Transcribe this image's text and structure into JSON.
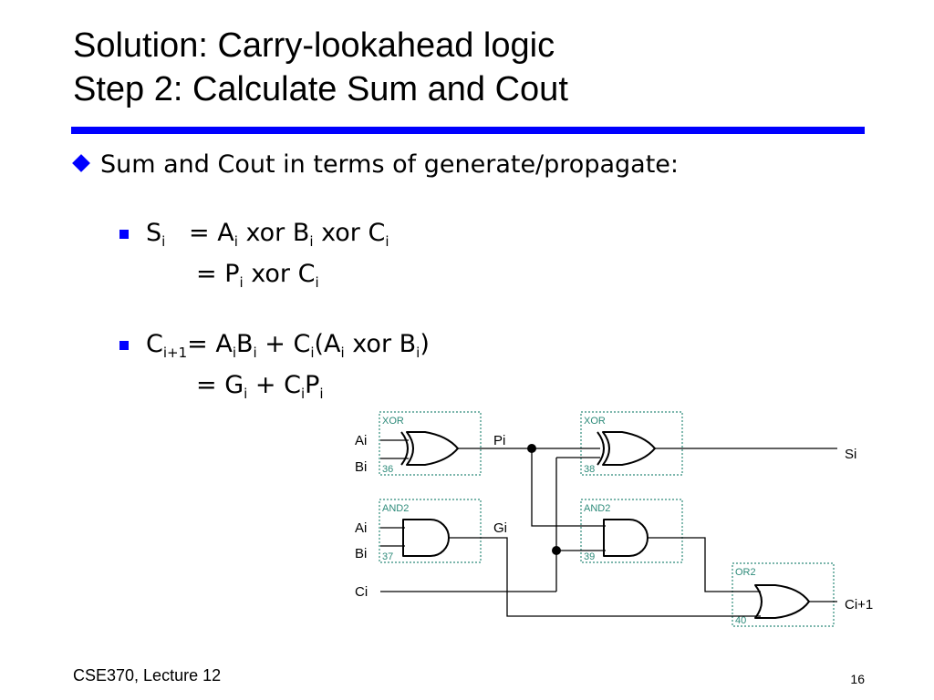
{
  "slide": {
    "title_line1": "Solution: Carry-lookahead logic",
    "title_line2": "Step 2: Calculate Sum and Cout",
    "bullet": "Sum and Cout in terms of generate/propagate:",
    "eq1": {
      "l1": [
        {
          "t": "S"
        },
        {
          "t": "i",
          "sub": true
        },
        {
          "t": "   = A"
        },
        {
          "t": "i",
          "sub": true
        },
        {
          "t": " xor B"
        },
        {
          "t": "i",
          "sub": true
        },
        {
          "t": " xor C"
        },
        {
          "t": "i",
          "sub": true
        }
      ],
      "l2": [
        {
          "t": "= P"
        },
        {
          "t": "i",
          "sub": true
        },
        {
          "t": " xor C"
        },
        {
          "t": "i",
          "sub": true
        }
      ]
    },
    "eq2": {
      "l1": [
        {
          "t": "C"
        },
        {
          "t": "i+1",
          "sub": true
        },
        {
          "t": "= A"
        },
        {
          "t": "i",
          "sub": true
        },
        {
          "t": "B"
        },
        {
          "t": "i",
          "sub": true
        },
        {
          "t": " + C"
        },
        {
          "t": "i",
          "sub": true
        },
        {
          "t": "(A"
        },
        {
          "t": "i",
          "sub": true
        },
        {
          "t": " xor B"
        },
        {
          "t": "i",
          "sub": true
        },
        {
          "t": ")"
        }
      ],
      "l2": [
        {
          "t": "= G"
        },
        {
          "t": "i",
          "sub": true
        },
        {
          "t": " + C"
        },
        {
          "t": "i",
          "sub": true
        },
        {
          "t": "P"
        },
        {
          "t": "i",
          "sub": true
        }
      ]
    },
    "footer_left": "CSE370, Lecture 12",
    "page_number": "16"
  },
  "circuit": {
    "gates": {
      "xor1": {
        "type": "XOR",
        "id": "36"
      },
      "xor2": {
        "type": "XOR",
        "id": "38"
      },
      "and1": {
        "type": "AND2",
        "id": "37"
      },
      "and2": {
        "type": "AND2",
        "id": "39"
      },
      "or1": {
        "type": "OR2",
        "id": "40"
      }
    },
    "labels": {
      "ai_top": "Ai",
      "bi_top": "Bi",
      "ai_mid": "Ai",
      "bi_mid": "Bi",
      "ci": "Ci",
      "pi": "Pi",
      "gi": "Gi",
      "si": "Si",
      "ci1": "Ci+1"
    },
    "colors": {
      "gate_box": "#2e8b7a",
      "gate_text": "#2e8b7a",
      "wire": "#000000",
      "accent": "#0000ff"
    }
  }
}
